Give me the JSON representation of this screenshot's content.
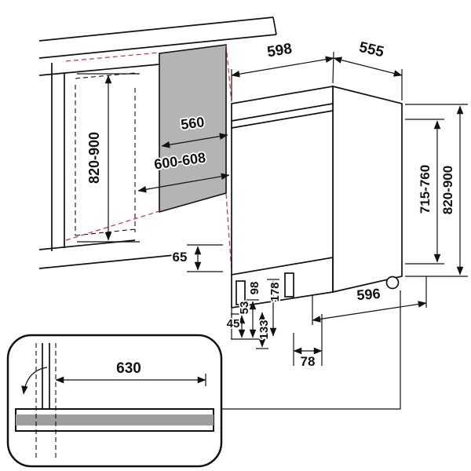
{
  "labels": {
    "appliance_width": "598",
    "appliance_depth": "555",
    "niche_depth": "560",
    "niche_width": "600-608",
    "niche_height": "820-900",
    "door_height": "715-760",
    "appliance_height": "820-900",
    "clearance": "65",
    "foot_45": "45",
    "foot_53": "53",
    "foot_98": "98",
    "foot_133": "133",
    "foot_178": "178",
    "base_depth": "596",
    "rear_offset": "78",
    "plinth_width": "630"
  },
  "colors": {
    "line": "#111111",
    "projection_red": "#cc3333",
    "panel_gray": "#b4b4b4"
  }
}
